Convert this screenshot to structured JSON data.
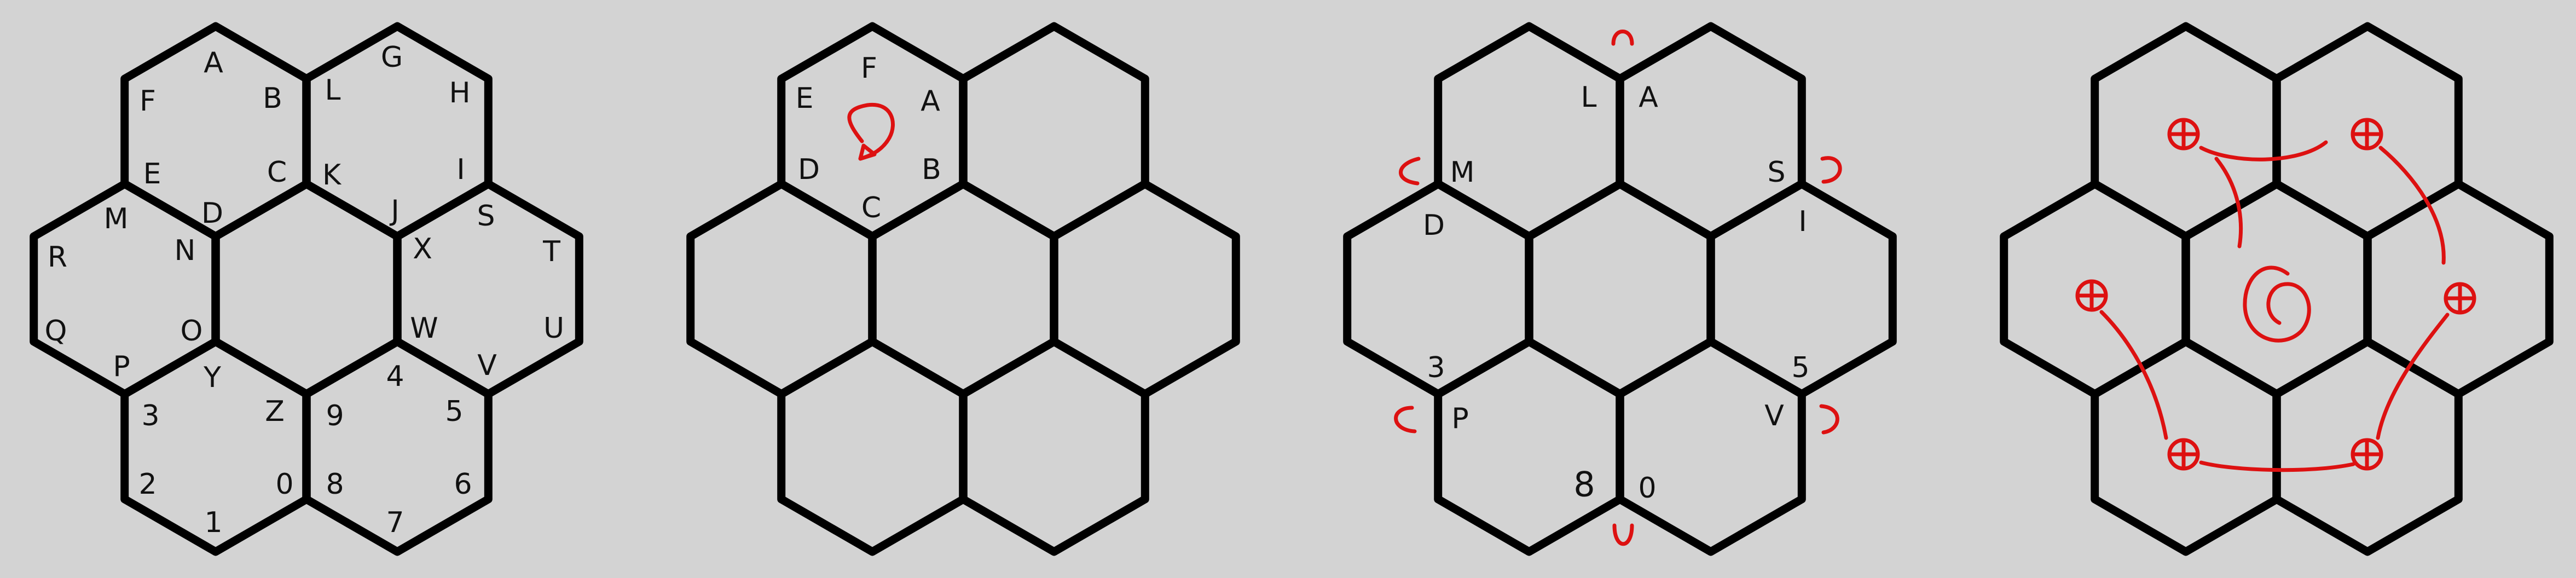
{
  "colors": {
    "background": "#d3d3d3",
    "outline": "#000000",
    "annotation": "#dd1111"
  },
  "panel1": {
    "labels": [
      "A",
      "B",
      "L",
      "G",
      "F",
      "H",
      "E",
      "C",
      "K",
      "I",
      "M",
      "D",
      "J",
      "S",
      "R",
      "N",
      "X",
      "T",
      "Q",
      "O",
      "W",
      "U",
      "P",
      "Y",
      "Z",
      "9",
      "4",
      "V",
      "3",
      "5",
      "2",
      "0",
      "8",
      "6",
      "1",
      "7"
    ]
  },
  "panel2": {
    "labels": [
      "F",
      "E",
      "A",
      "D",
      "B",
      "C"
    ],
    "icon": "rotate-arrow-icon"
  },
  "panel3": {
    "labels": [
      "L",
      "A",
      "M",
      "S",
      "D",
      "I",
      "3",
      "5",
      "P",
      "V",
      "8",
      "0"
    ],
    "icon": "edge-cap-icon"
  },
  "panel4": {
    "icons": [
      "plus-circle-icon",
      "spiral-icon",
      "connector-curve-icon"
    ]
  }
}
